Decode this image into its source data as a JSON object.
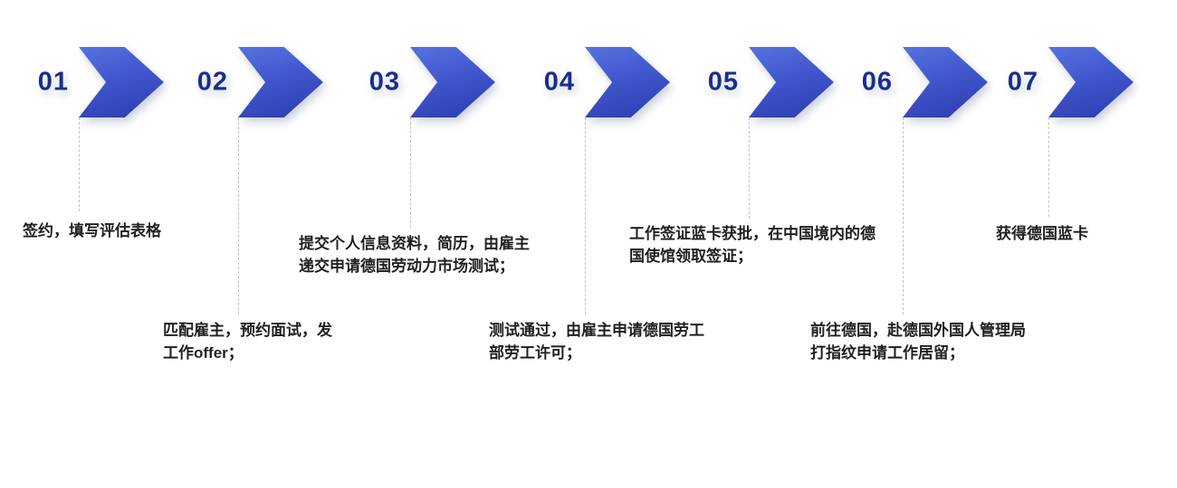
{
  "diagram": {
    "background": "#ffffff",
    "colors": {
      "number_color": "#1a2d8f",
      "chevron_gradient_start": "#5672e0",
      "chevron_gradient_end": "#2b3cae",
      "connector_color": "#c3c3c3",
      "text_color": "#1f1f1f"
    },
    "steps": [
      {
        "number": "01",
        "text": "签约，填写评估表格"
      },
      {
        "number": "02",
        "text": "匹配雇主，预约面试，发\n工作offer；"
      },
      {
        "number": "03",
        "text": "提交个人信息资料，简历，由雇主\n递交申请德国劳动力市场测试；"
      },
      {
        "number": "04",
        "text": "测试通过，由雇主申请德国劳工\n部劳工许可；"
      },
      {
        "number": "05",
        "text": "工作签证蓝卡获批，在中国境内的德\n国使馆领取签证；"
      },
      {
        "number": "06",
        "text": "前往德国，赴德国外国人管理局\n打指纹申请工作居留；"
      },
      {
        "number": "07",
        "text": "获得德国蓝卡"
      }
    ]
  }
}
